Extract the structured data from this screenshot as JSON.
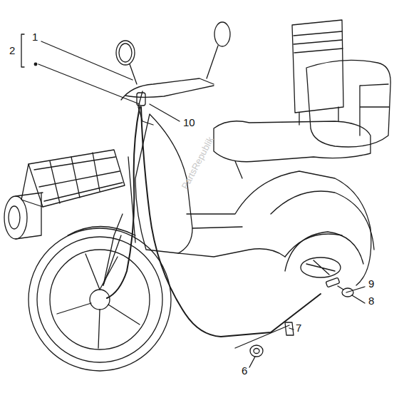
{
  "diagram": {
    "labels": [
      "2",
      "1",
      "10",
      "9",
      "8",
      "7",
      "6",
      "PartsRepublik"
    ]
  }
}
